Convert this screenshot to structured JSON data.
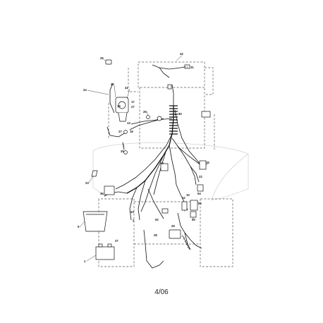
{
  "footer": {
    "date_code": "4/06"
  },
  "callouts": [
    {
      "id": "c-32",
      "text": "32"
    },
    {
      "id": "c-31",
      "text": "31"
    },
    {
      "id": "c-26-top",
      "text": "26"
    },
    {
      "id": "c-24",
      "text": "24"
    },
    {
      "id": "c-42",
      "text": "42"
    },
    {
      "id": "c-41",
      "text": "41"
    },
    {
      "id": "c-17a",
      "text": "17"
    },
    {
      "id": "c-13a",
      "text": "13"
    },
    {
      "id": "c-13b",
      "text": "13"
    },
    {
      "id": "c-27a",
      "text": "27"
    },
    {
      "id": "c-40",
      "text": "40"
    },
    {
      "id": "c-26-mid",
      "text": "26"
    },
    {
      "id": "c-27b",
      "text": "27"
    },
    {
      "id": "c-16",
      "text": "16"
    },
    {
      "id": "c-25",
      "text": "25"
    },
    {
      "id": "c-15",
      "text": "15"
    },
    {
      "id": "c-22",
      "text": "22"
    },
    {
      "id": "c-23",
      "text": "23"
    },
    {
      "id": "c-34",
      "text": "34"
    },
    {
      "id": "c-36",
      "text": "36"
    },
    {
      "id": "c-10",
      "text": "10"
    },
    {
      "id": "c-12",
      "text": "12"
    },
    {
      "id": "c-54",
      "text": "54"
    },
    {
      "id": "c-55",
      "text": "55"
    },
    {
      "id": "c-53",
      "text": "53"
    },
    {
      "id": "c-43",
      "text": "43"
    },
    {
      "id": "c-52",
      "text": "52"
    },
    {
      "id": "c-2",
      "text": "2"
    },
    {
      "id": "c-9",
      "text": "9"
    },
    {
      "id": "c-29",
      "text": "29"
    },
    {
      "id": "c-28",
      "text": "28"
    },
    {
      "id": "c-37",
      "text": "37"
    },
    {
      "id": "c-1",
      "text": "1"
    }
  ]
}
